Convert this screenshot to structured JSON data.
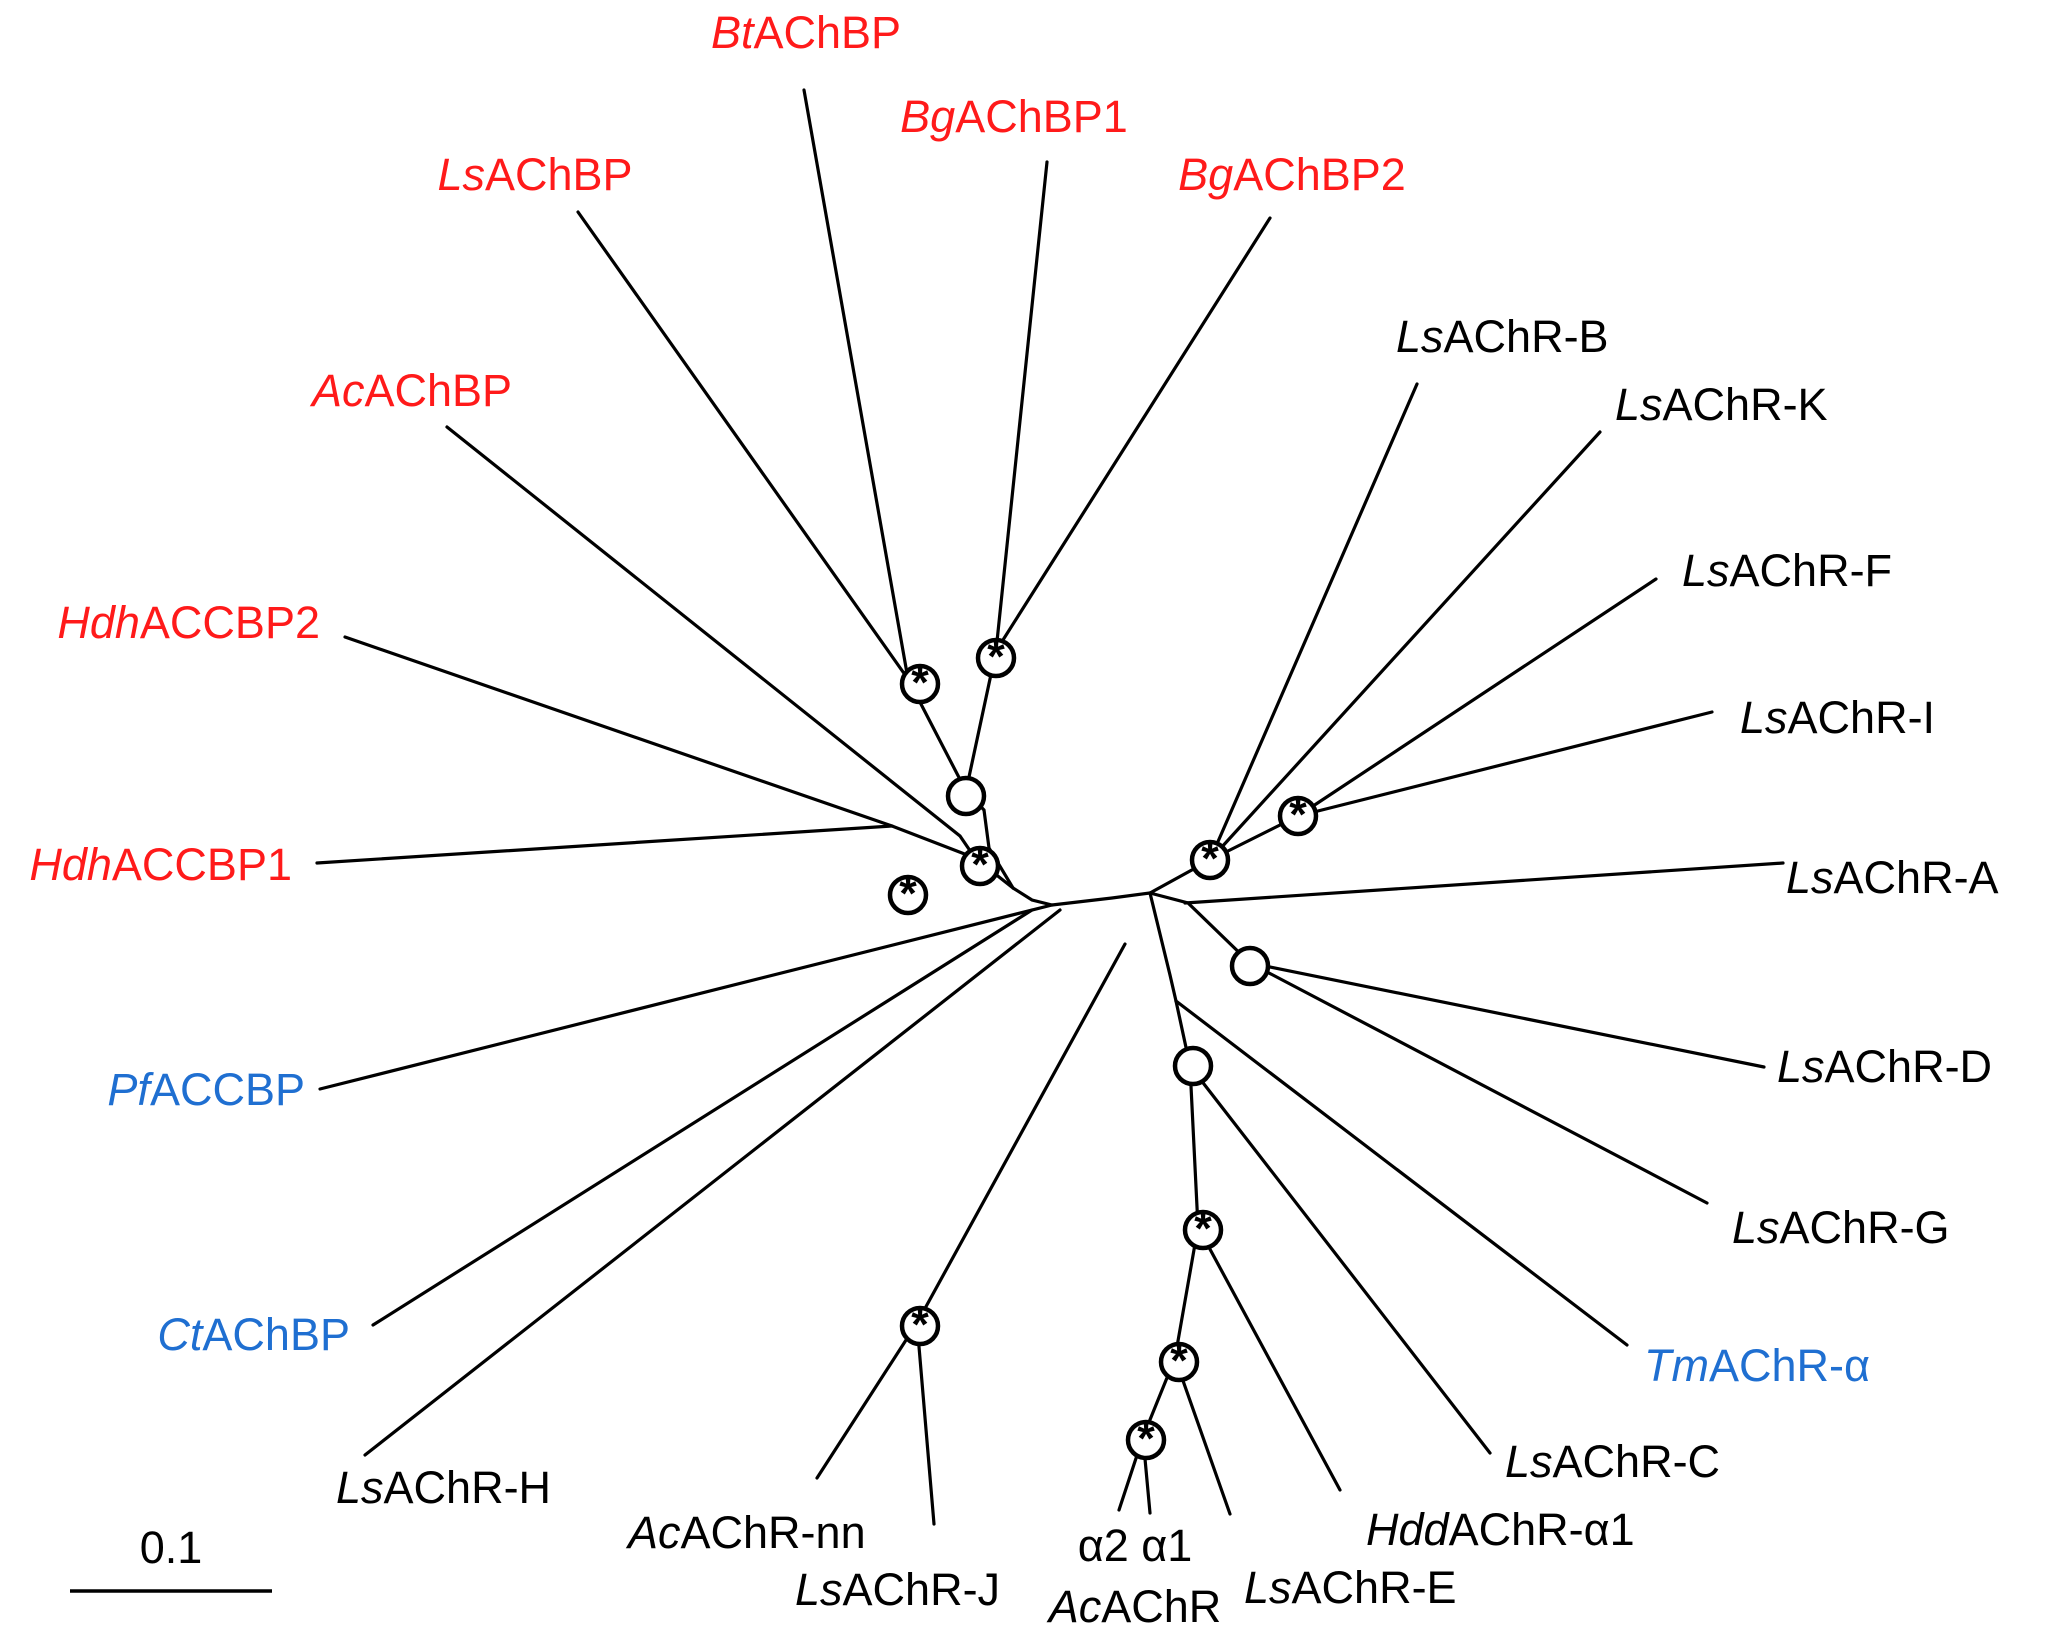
{
  "colors": {
    "red": "#ff1a1a",
    "blue": "#1f6fd1",
    "black": "#000000"
  },
  "node_marker_legend": {
    "asterisk_icon": "asterisk-node-icon",
    "open_circle_icon": "open-circle-node-icon"
  },
  "scale_bar": {
    "label": "0.1"
  },
  "labels": [
    {
      "key": "bt_achbp",
      "prefix": "Bt",
      "suffix": "AChBP",
      "color": "red"
    },
    {
      "key": "bg_achbp1",
      "prefix": "Bg",
      "suffix": "AChBP1",
      "color": "red"
    },
    {
      "key": "ls_achbp",
      "prefix": "Ls",
      "suffix": "AChBP",
      "color": "red"
    },
    {
      "key": "bg_achbp2",
      "prefix": "Bg",
      "suffix": "AChBP2",
      "color": "red"
    },
    {
      "key": "ac_achbp",
      "prefix": "Ac",
      "suffix": "AChBP",
      "color": "red"
    },
    {
      "key": "hdh_accbp2",
      "prefix": "Hdh",
      "suffix": "ACCBP2",
      "color": "red"
    },
    {
      "key": "hdh_accbp1",
      "prefix": "Hdh",
      "suffix": "ACCBP1",
      "color": "red"
    },
    {
      "key": "pf_accbp",
      "prefix": "Pf",
      "suffix": "ACCBP",
      "color": "blue"
    },
    {
      "key": "ct_achbp",
      "prefix": "Ct",
      "suffix": "AChBP",
      "color": "blue"
    },
    {
      "key": "ls_achr_h",
      "prefix": "Ls",
      "suffix": "AChR-H",
      "color": "black"
    },
    {
      "key": "ac_achr_nn",
      "prefix": "Ac",
      "suffix": "AChR-nn",
      "color": "black"
    },
    {
      "key": "ls_achr_j",
      "prefix": "Ls",
      "suffix": "AChR-J",
      "color": "black"
    },
    {
      "key": "alpha2_alpha1",
      "prefix": "",
      "suffix": "α2 α1",
      "color": "black"
    },
    {
      "key": "ac_achr",
      "prefix": "Ac",
      "suffix": "AChR",
      "color": "black"
    },
    {
      "key": "ls_achr_e",
      "prefix": "Ls",
      "suffix": "AChR-E",
      "color": "black"
    },
    {
      "key": "hdd_achr_a1",
      "prefix": "Hdd",
      "suffix": "AChR-α1",
      "color": "black"
    },
    {
      "key": "ls_achr_c",
      "prefix": "Ls",
      "suffix": "AChR-C",
      "color": "black"
    },
    {
      "key": "tm_achr_a",
      "prefix": "Tm",
      "suffix": "AChR-α",
      "color": "blue"
    },
    {
      "key": "ls_achr_g",
      "prefix": "Ls",
      "suffix": "AChR-G",
      "color": "black"
    },
    {
      "key": "ls_achr_d",
      "prefix": "Ls",
      "suffix": "AChR-D",
      "color": "black"
    },
    {
      "key": "ls_achr_a",
      "prefix": "Ls",
      "suffix": "AChR-A",
      "color": "black"
    },
    {
      "key": "ls_achr_i",
      "prefix": "Ls",
      "suffix": "AChR-I",
      "color": "black"
    },
    {
      "key": "ls_achr_f",
      "prefix": "Ls",
      "suffix": "AChR-F",
      "color": "black"
    },
    {
      "key": "ls_achr_k",
      "prefix": "Ls",
      "suffix": "AChR-K",
      "color": "black"
    },
    {
      "key": "ls_achr_b",
      "prefix": "Ls",
      "suffix": "AChR-B",
      "color": "black"
    }
  ]
}
